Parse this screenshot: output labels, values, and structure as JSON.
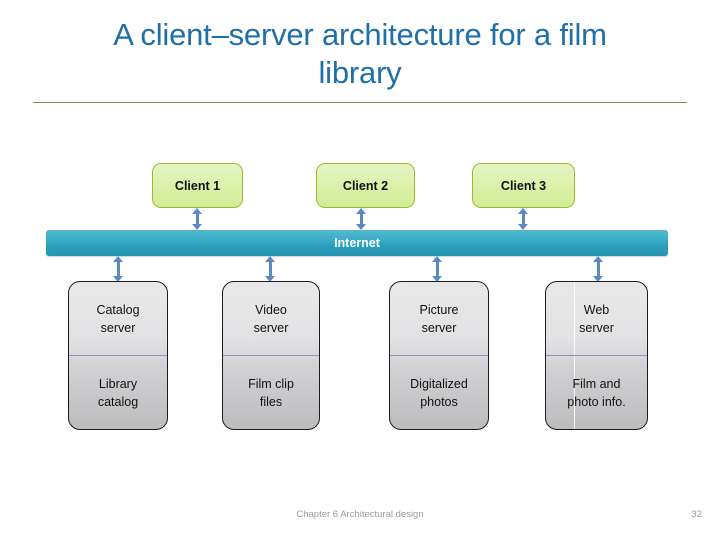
{
  "slide": {
    "title": "A client–server architecture for a film\nlibrary",
    "title_color": "#1F6FA8",
    "rule_color": "#94883f",
    "background": "#ffffff"
  },
  "clients": [
    {
      "label": "Client 1"
    },
    {
      "label": "Client 2"
    },
    {
      "label": "Client 3"
    }
  ],
  "network": {
    "label": "Internet",
    "fill": "#3aacc8",
    "text_color": "#ffffff"
  },
  "servers": [
    {
      "name": "Catalog\nserver",
      "data": "Library\ncatalog"
    },
    {
      "name": "Video\nserver",
      "data": "Film clip\nfiles"
    },
    {
      "name": "Picture\nserver",
      "data": "Digitalized\nphotos"
    },
    {
      "name": "Web\nserver",
      "data": "Film and\nphoto info."
    }
  ],
  "connector": {
    "color": "#5b8ac0",
    "style": "double-headed-arrow"
  },
  "footer": {
    "text": "Chapter 6 Architectural design",
    "page_number": "32"
  }
}
